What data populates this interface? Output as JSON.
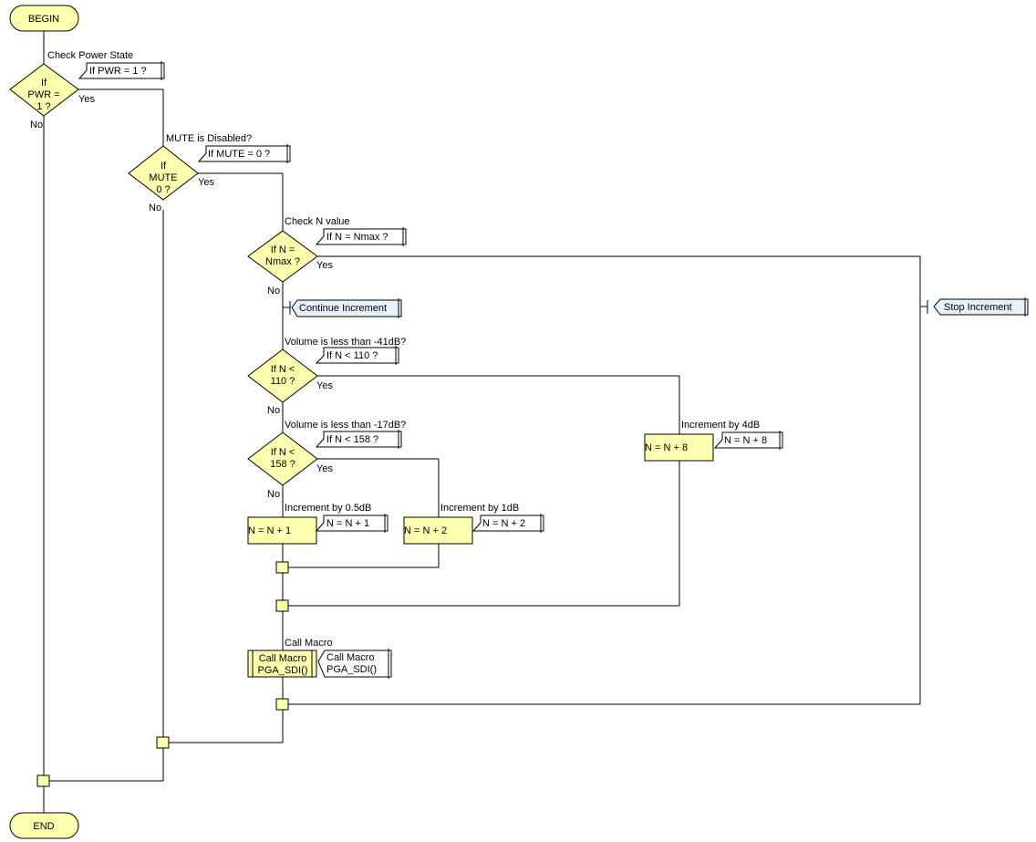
{
  "terminals": {
    "begin": "BEGIN",
    "end": "END"
  },
  "decisions": {
    "pwr": {
      "heading": "Check Power State",
      "line1": "If",
      "line2": "PWR =",
      "line3": "1 ?",
      "comment": "If  PWR = 1 ?",
      "yes": "Yes",
      "no": "No"
    },
    "mute": {
      "heading": "MUTE is Disabled?",
      "line1": "If",
      "line2": "MUTE",
      "line3": "0 ?",
      "comment": "If  MUTE = 0 ?",
      "yes": "Yes",
      "no": "No"
    },
    "nmax": {
      "heading": "Check N value",
      "line1": "If  N =",
      "line2": "Nmax ?",
      "comment": "If  N = Nmax ?",
      "yes": "Yes",
      "no": "No"
    },
    "n110": {
      "heading": "Volume is less than -41dB?",
      "line1": "If  N <",
      "line2": "110 ?",
      "comment": "If  N < 110 ?",
      "yes": "Yes",
      "no": "No"
    },
    "n158": {
      "heading": "Volume is less than -17dB?",
      "line1": "If  N <",
      "line2": "158 ?",
      "comment": "If  N < 158 ?",
      "yes": "Yes",
      "no": "No"
    }
  },
  "comments": {
    "continue_increment": "Continue Increment",
    "stop_increment": "Stop Increment"
  },
  "calculations": {
    "inc1": {
      "heading": "Increment by 0.5dB",
      "label": "N = N + 1",
      "comment": "N = N + 1"
    },
    "inc2": {
      "heading": "Increment by 1dB",
      "label": "N = N + 2",
      "comment": "N = N + 2"
    },
    "inc8": {
      "heading": "Increment by 4dB",
      "label": "N = N + 8",
      "comment": "N = N + 8"
    }
  },
  "macro": {
    "heading": "Call Macro",
    "line1": "Call Macro",
    "line2": "PGA_SDI()",
    "comment_line1": "Call Macro",
    "comment_line2": "PGA_SDI()"
  },
  "colors": {
    "shape_fill": "#ffffb0",
    "comment_highlight": "#e8f2ff"
  }
}
